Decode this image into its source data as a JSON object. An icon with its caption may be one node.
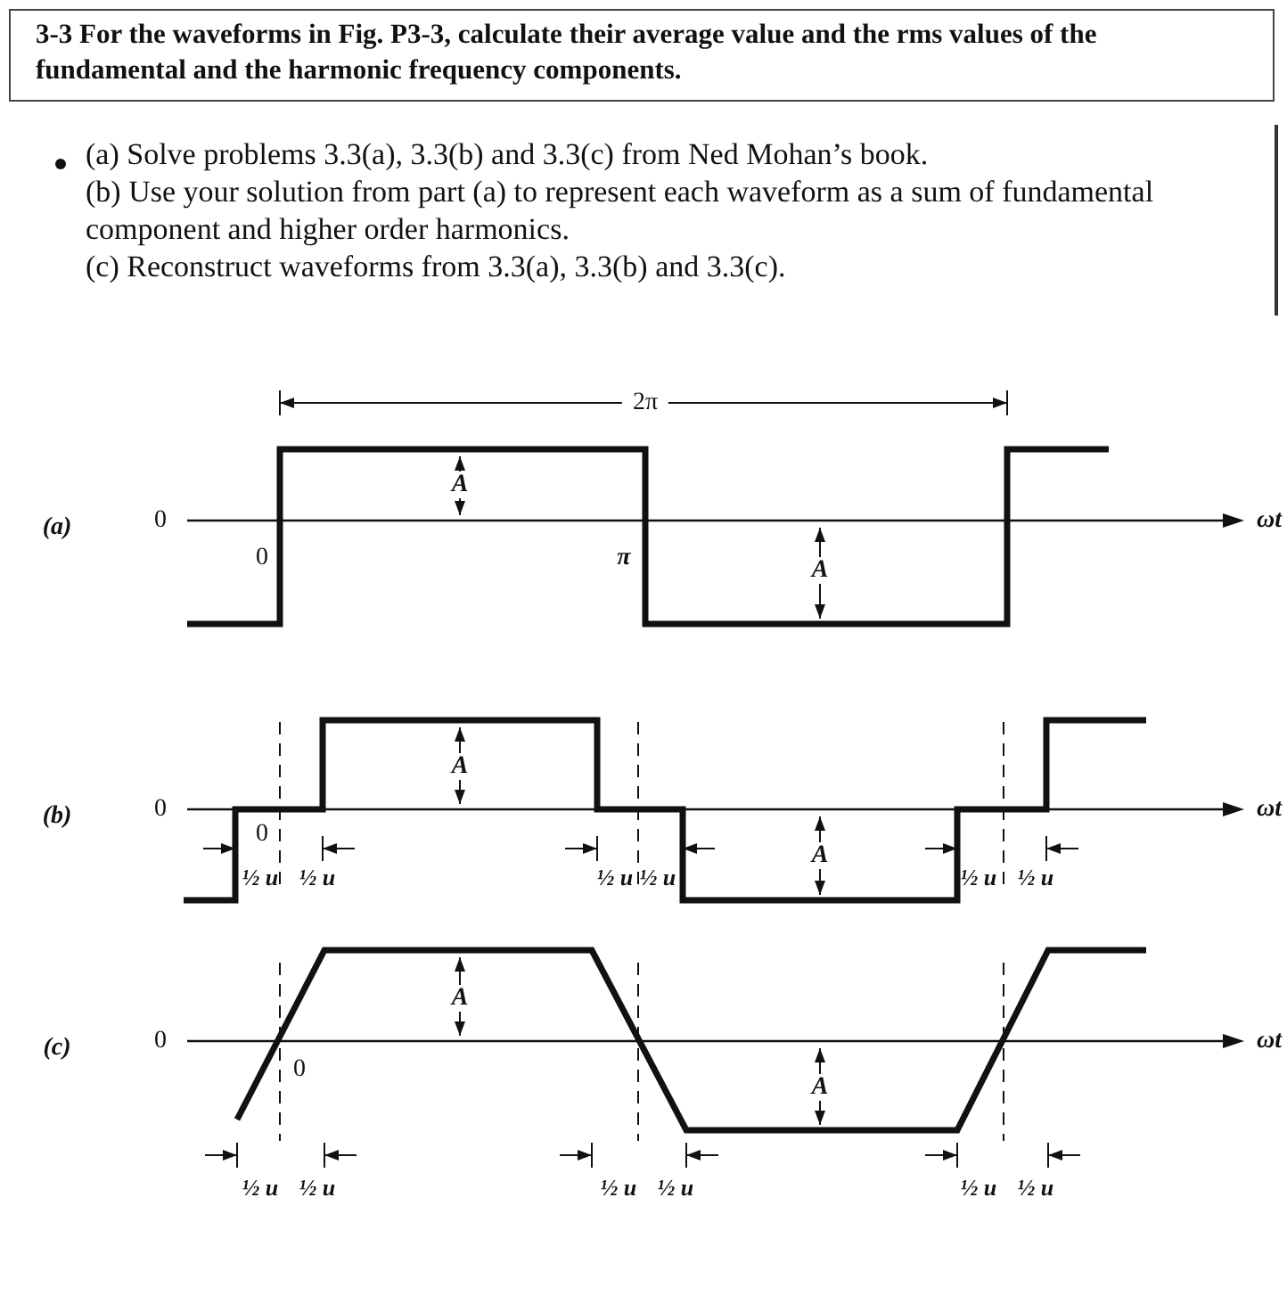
{
  "diagram": {
    "title": "3-3 For the waveforms in Fig. P3-3, calculate their average value and the rms values of the fundamental and the harmonic frequency components.",
    "labels": [
      "(a) Solve problems 3.3(a), 3.3(b) and 3.3(c) from Ned Mohan’s book.",
      "(b) Use your solution from part (a) to represent each waveform as a sum of fundamental component and higher order harmonics.",
      "(c) Reconstruct waveforms from 3.3(a), 3.3(b) and 3.3(c).",
      "2π",
      "A",
      "(a)",
      "0",
      "ωt",
      "0",
      "π",
      "A",
      "A",
      "(b)",
      "0",
      "ωt",
      "0",
      "½ u",
      "½ u",
      "½ u",
      "½ u",
      "½ u",
      "½ u",
      "A",
      "A",
      "(c)",
      "0",
      "ωt",
      "0",
      "A",
      "½ u",
      "½ u",
      "½ u",
      "½ u",
      "½ u",
      "½ u"
    ]
  }
}
